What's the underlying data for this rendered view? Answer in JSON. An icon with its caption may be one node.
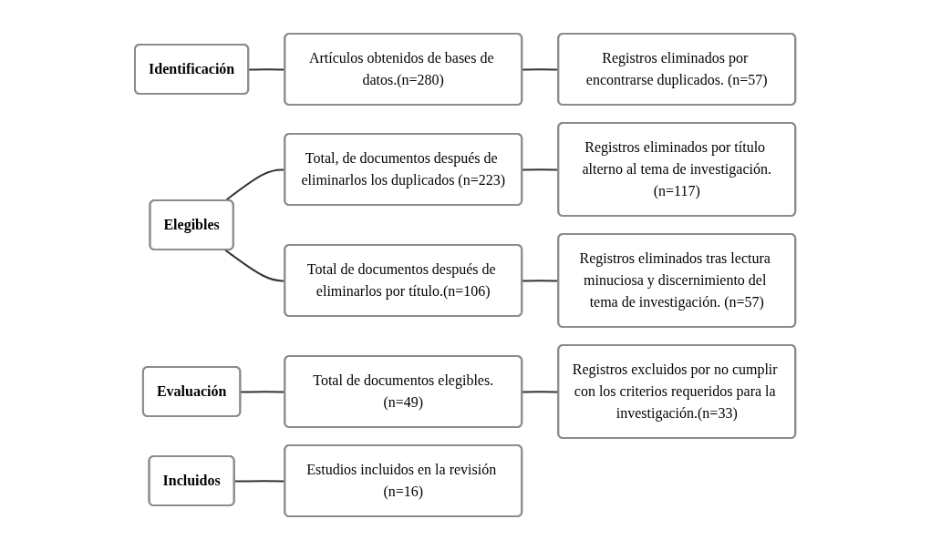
{
  "diagram": {
    "nodes": [
      {
        "text": [
          "Identificación"
        ]
      },
      {
        "text": [
          "Artículos obtenidos de bases de datos.(n=280)"
        ]
      },
      {
        "text": [
          "Registros eliminados por encontrarse duplicados. (n=57)"
        ]
      },
      {
        "text": [
          "Elegibles"
        ]
      },
      {
        "text": [
          "Total, de documentos después de eliminarlos los duplicados (n=223)"
        ]
      },
      {
        "text": [
          "Registros eliminados por título alterno al tema de investigación.(n=117)"
        ]
      },
      {
        "text": [
          "Total de documentos después de eliminarlos por título.(n=106)"
        ]
      },
      {
        "text": [
          "Registros eliminados tras lectura minuciosa y discernimiento del tema de investigación. (n=57)"
        ]
      },
      {
        "text": [
          "Evaluación"
        ]
      },
      {
        "text": [
          "Total de documentos elegibles.(n=49)"
        ]
      },
      {
        "text": [
          "Registros excluidos por no cumplir con los criterios requeridos para la investigación.(n=33)"
        ]
      },
      {
        "text": [
          "Incluidos"
        ]
      },
      {
        "text": [
          "Estudios incluidos en la revisión (n=16)"
        ]
      }
    ],
    "edges": [
      {
        "from": 0,
        "to": 1,
        "arrow": "none"
      },
      {
        "from": 1,
        "to": 2,
        "arrow": "none"
      },
      {
        "from": 3,
        "to": 4,
        "arrow": "none"
      },
      {
        "from": 3,
        "to": 6,
        "arrow": "none"
      },
      {
        "from": 4,
        "to": 5,
        "arrow": "none"
      },
      {
        "from": 6,
        "to": 7,
        "arrow": "none"
      },
      {
        "from": 8,
        "to": 9,
        "arrow": "none"
      },
      {
        "from": 9,
        "to": 10,
        "arrow": "none"
      },
      {
        "from": 11,
        "to": 12,
        "arrow": "none"
      }
    ]
  }
}
